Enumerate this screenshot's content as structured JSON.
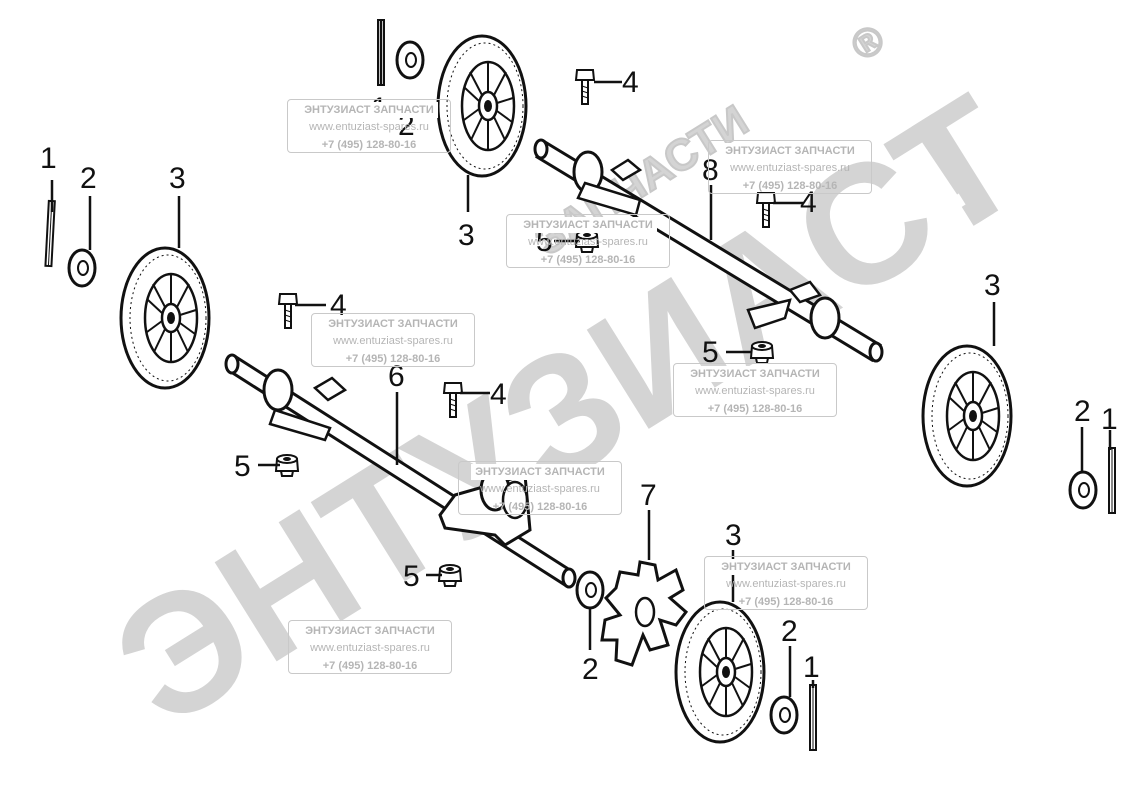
{
  "watermark": {
    "big_text": "ЭНТУЗИАСТ",
    "mark": "!",
    "small_text": "ЗАПЧАСТИ",
    "registered": "®"
  },
  "stamp": {
    "line1": "ЭНТУЗИАСТ ЗАПЧАСТИ",
    "line2": "www.entuziast-spares.ru",
    "line3": "+7 (495) 128-80-16"
  },
  "callouts": {
    "c1": "1",
    "c2": "2",
    "c3": "3",
    "c4": "4",
    "c5": "5",
    "c6": "6",
    "c7": "7",
    "c8": "8"
  },
  "colors": {
    "line": "#111111",
    "watermark": "#d4d4d4",
    "stamp": "#b5b5b5"
  },
  "parts": [
    "linchpin",
    "washer",
    "wheel",
    "bolt",
    "nut",
    "rear-axle",
    "drive-gear",
    "front-axle"
  ]
}
